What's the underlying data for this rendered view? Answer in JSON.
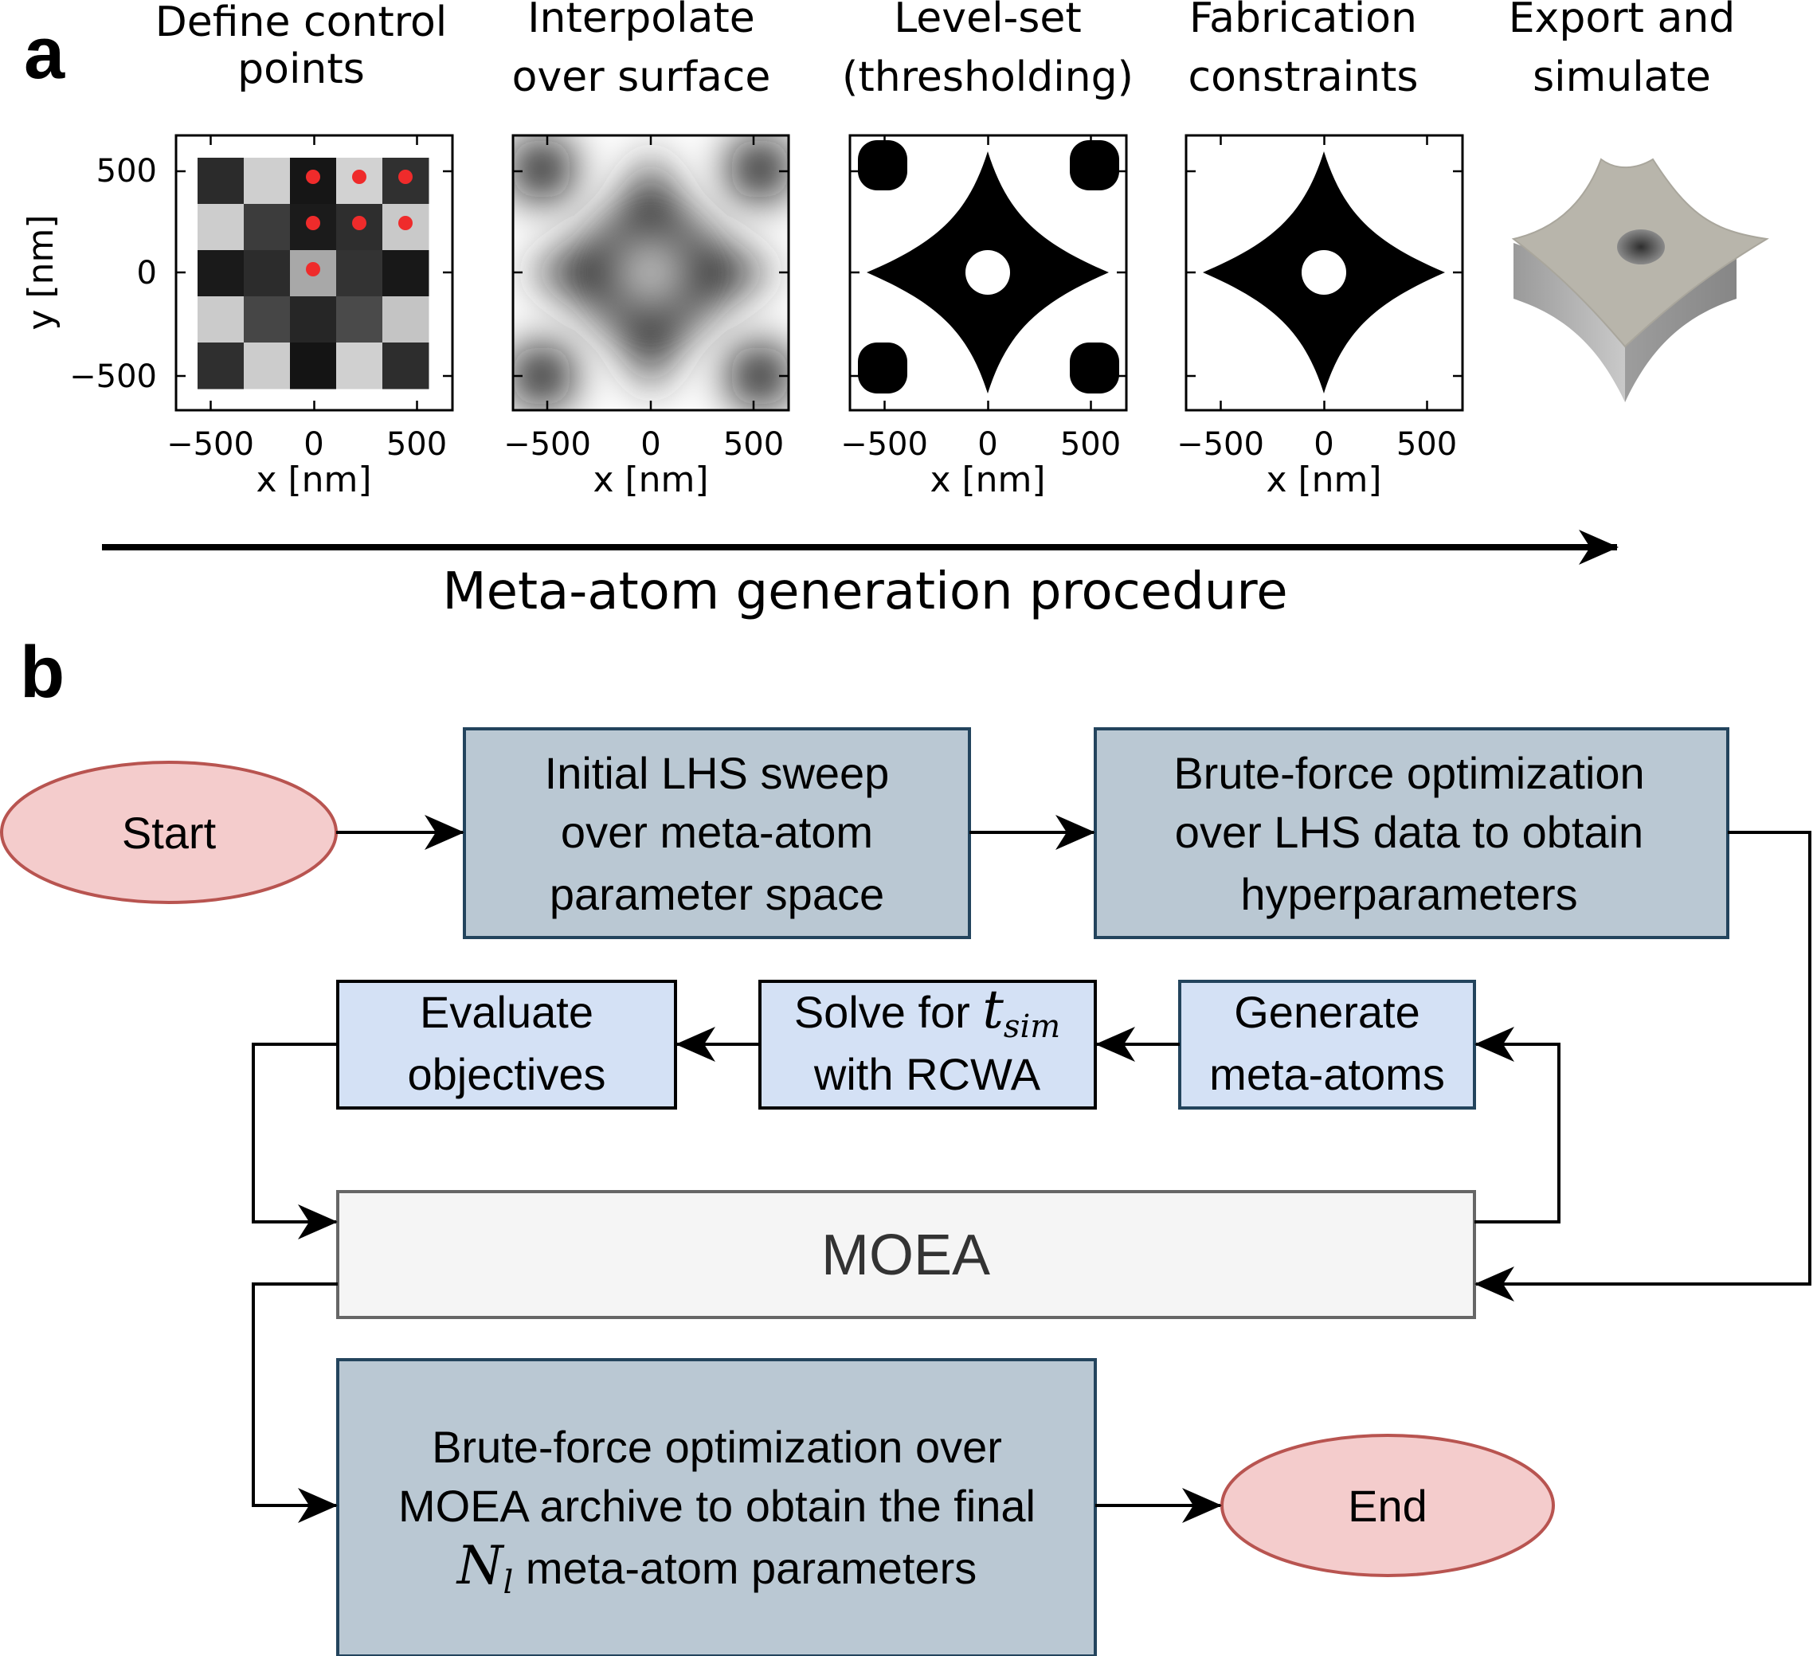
{
  "panel_a": {
    "label": "a",
    "steps": [
      {
        "lines": [
          "Define control",
          "points"
        ]
      },
      {
        "lines": [
          "Interpolate",
          "over surface"
        ]
      },
      {
        "lines": [
          "Level-set",
          "(thresholding)"
        ]
      },
      {
        "lines": [
          "Fabrication",
          "constraints"
        ]
      },
      {
        "lines": [
          "Export and",
          "simulate"
        ]
      }
    ],
    "x_ticks": [
      "−500",
      "0",
      "500"
    ],
    "y_ticks": [
      "500",
      "0",
      "−500"
    ],
    "xlabel": "x [nm]",
    "ylabel": "y [nm]",
    "process_label": "Meta-atom generation procedure",
    "grid_colors": [
      [
        "#2b2b2b",
        "#cfcfcf",
        "#161616",
        "#d2d2d2",
        "#303030"
      ],
      [
        "#cdcdcd",
        "#3c3c3c",
        "#1b1b1b",
        "#2e2e2e",
        "#c9c9c9"
      ],
      [
        "#1a1a1a",
        "#2c2c2c",
        "#a8a8a8",
        "#333333",
        "#181818"
      ],
      [
        "#cbcbcb",
        "#464646",
        "#262626",
        "#4a4a4a",
        "#c4c4c4"
      ],
      [
        "#2f2f2f",
        "#cccccc",
        "#141414",
        "#d0d0d0",
        "#2d2d2d"
      ]
    ],
    "control_point_color": "#ef2b2b"
  },
  "panel_b": {
    "label": "b",
    "start": "Start",
    "end": "End",
    "lhs_sweep": [
      "Initial LHS sweep",
      "over meta-atom",
      "parameter space"
    ],
    "brute_force_lhs": [
      "Brute-force optimization",
      "over LHS data to obtain",
      "hyperparameters"
    ],
    "generate": [
      "Generate",
      "meta-atoms"
    ],
    "solve": {
      "line1": "Solve for ",
      "math": "t",
      "sub": "sim",
      "line2": "with RCWA"
    },
    "evaluate": [
      "Evaluate",
      "objectives"
    ],
    "moea": "MOEA",
    "final": {
      "line1": "Brute-force optimization over",
      "line2": "MOEA archive to obtain the final",
      "math": "N",
      "sub": "l",
      "line3_rest": " meta-atom parameters"
    }
  },
  "colors": {
    "terminal_fill": "#f4cccc",
    "terminal_stroke": "#b85450",
    "dark_box_fill": "#bac8d3",
    "dark_box_stroke": "#23445d",
    "light_box_fill": "#d4e1f5",
    "light_box_stroke": "#000000",
    "moea_fill": "#f5f5f5",
    "moea_stroke": "#666666"
  }
}
